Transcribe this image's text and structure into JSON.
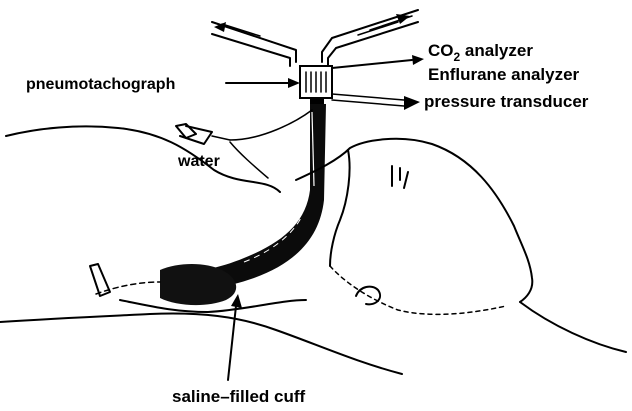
{
  "labels": {
    "pneumotachograph": "pneumotachograph",
    "water": "water",
    "co2_analyzer_prefix": "CO",
    "co2_analyzer_sub": "2",
    "co2_analyzer_suffix": " analyzer",
    "enflurane_analyzer": "Enflurane analyzer",
    "pressure_transducer": "pressure transducer",
    "saline_filled_cuff": "saline–filled cuff"
  }
}
